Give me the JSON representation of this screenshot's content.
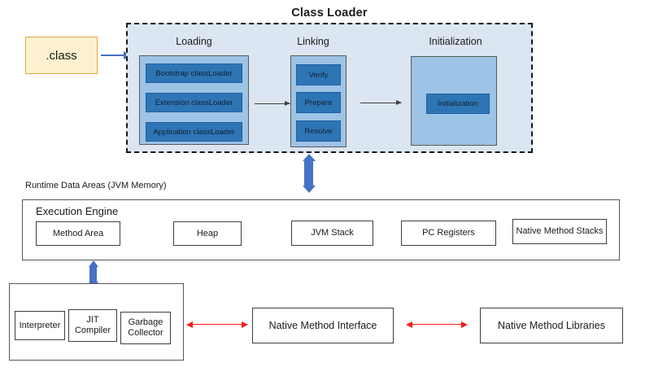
{
  "diagram": {
    "title": "Class Loader",
    "input": {
      "label": ".class"
    },
    "class_loader": {
      "title": "Class Loader",
      "phases": [
        {
          "name": "Loading",
          "items": [
            "Bootstrap classLoader",
            "Extension classLoader",
            "Application classLoader"
          ]
        },
        {
          "name": "Linking",
          "items": [
            "Verify",
            "Prepare",
            "Resolve"
          ]
        },
        {
          "name": "Initialization",
          "items": [
            "Initialization"
          ]
        }
      ]
    },
    "runtime_data_areas": {
      "label": "Runtime Data Areas (JVM Memory)",
      "inner_label": "Execution Engine",
      "areas": [
        "Method Area",
        "Heap",
        "JVM  Stack",
        "PC Registers",
        "Native Method Stacks"
      ]
    },
    "execution_engine": {
      "components": [
        "Interpreter",
        "JIT\nCompiler",
        "Garbage\nCollector"
      ]
    },
    "native": {
      "interface": "Native Method Interface",
      "libraries": "Native Method Libraries"
    },
    "colors": {
      "chip_blue": "#2e75b6",
      "panel_blue": "#9dc3e6",
      "container_blue": "#dce6f2",
      "arrow_blue": "#4472c4",
      "arrow_red": "#fc1c13",
      "class_fill": "#fdf2d0",
      "class_border": "#e8a33d"
    }
  }
}
